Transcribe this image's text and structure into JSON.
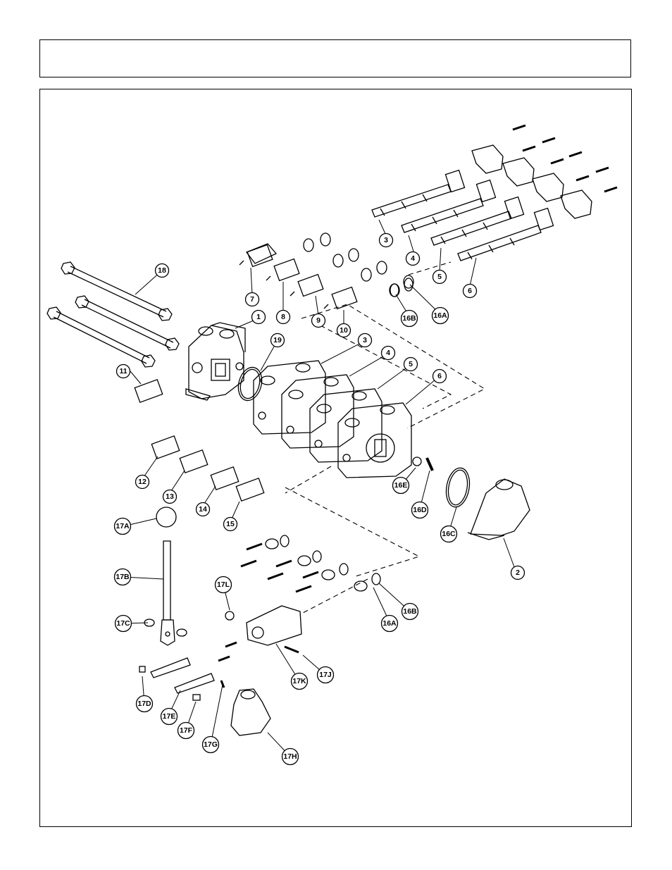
{
  "header": {
    "title": ""
  },
  "callouts": {
    "c1": "1",
    "c2": "2",
    "c3": "3",
    "c3b": "3",
    "c4": "4",
    "c4b": "4",
    "c5": "5",
    "c5b": "5",
    "c6": "6",
    "c6b": "6",
    "c7": "7",
    "c8": "8",
    "c9": "9",
    "c10": "10",
    "c11": "11",
    "c12": "12",
    "c13": "13",
    "c14": "14",
    "c15": "15",
    "c16A": "16A",
    "c16B": "16B",
    "c16A2": "16A",
    "c16B2": "16B",
    "c16C": "16C",
    "c16D": "16D",
    "c16E": "16E",
    "c17A": "17A",
    "c17B": "17B",
    "c17C": "17C",
    "c17D": "17D",
    "c17E": "17E",
    "c17F": "17F",
    "c17G": "17G",
    "c17H": "17H",
    "c17J": "17J",
    "c17K": "17K",
    "c17L": "17L",
    "c18": "18",
    "c19": "19"
  }
}
